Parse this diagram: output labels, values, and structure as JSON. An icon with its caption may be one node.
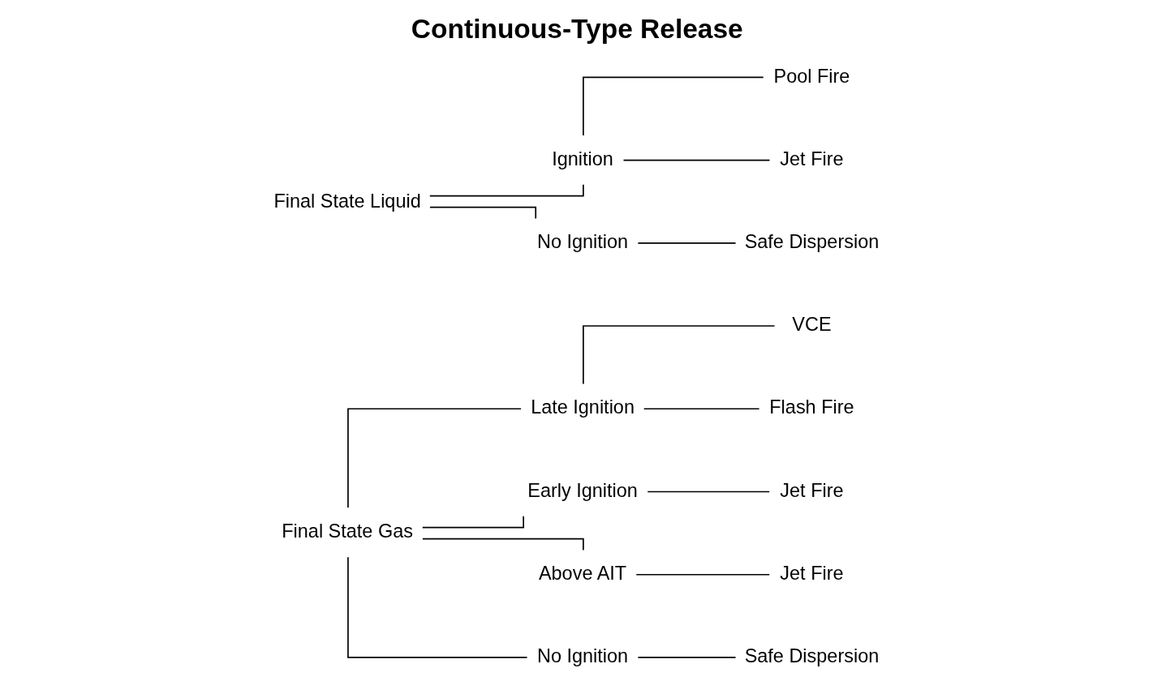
{
  "diagram": {
    "title": "Continuous-Type Release",
    "nodes": [
      {
        "text": [
          "VCE"
        ]
      },
      {
        "text": [
          "Late Ignition"
        ]
      },
      {
        "text": [
          "Flash Fire"
        ]
      },
      {
        "text": [
          "Early Ignition"
        ]
      },
      {
        "text": [
          "Jet Fire"
        ]
      },
      {
        "text": [
          "Above AIT"
        ]
      },
      {
        "text": [
          "Jet Fire"
        ]
      },
      {
        "text": [
          "Final State Gas"
        ]
      },
      {
        "text": [
          "Safe Dispersion"
        ]
      },
      {
        "text": [
          "No Ignition"
        ]
      },
      {
        "text": [
          "Pool Fire"
        ]
      },
      {
        "text": [
          "Ignition"
        ]
      },
      {
        "text": [
          "Jet Fire"
        ]
      },
      {
        "text": [
          "Final State Liquid"
        ]
      },
      {
        "text": [
          "No Ignition"
        ]
      },
      {
        "text": [
          "Safe Dispersion"
        ]
      }
    ],
    "edges": [
      {
        "from": 7,
        "to": 1,
        "arrow": "none"
      },
      {
        "from": 7,
        "to": 3,
        "arrow": "none"
      },
      {
        "from": 7,
        "to": 5,
        "arrow": "none"
      },
      {
        "from": 7,
        "to": 9,
        "arrow": "none"
      },
      {
        "from": 1,
        "to": 0,
        "arrow": "none"
      },
      {
        "from": 1,
        "to": 2,
        "arrow": "none"
      },
      {
        "from": 3,
        "to": 4,
        "arrow": "none"
      },
      {
        "from": 5,
        "to": 6,
        "arrow": "none"
      },
      {
        "from": 9,
        "to": 8,
        "arrow": "none"
      },
      {
        "from": 13,
        "to": 11,
        "arrow": "none"
      },
      {
        "from": 13,
        "to": 14,
        "arrow": "none"
      },
      {
        "from": 11,
        "to": 10,
        "arrow": "none"
      },
      {
        "from": 11,
        "to": 12,
        "arrow": "none"
      },
      {
        "from": 14,
        "to": 15,
        "arrow": "none"
      }
    ]
  }
}
